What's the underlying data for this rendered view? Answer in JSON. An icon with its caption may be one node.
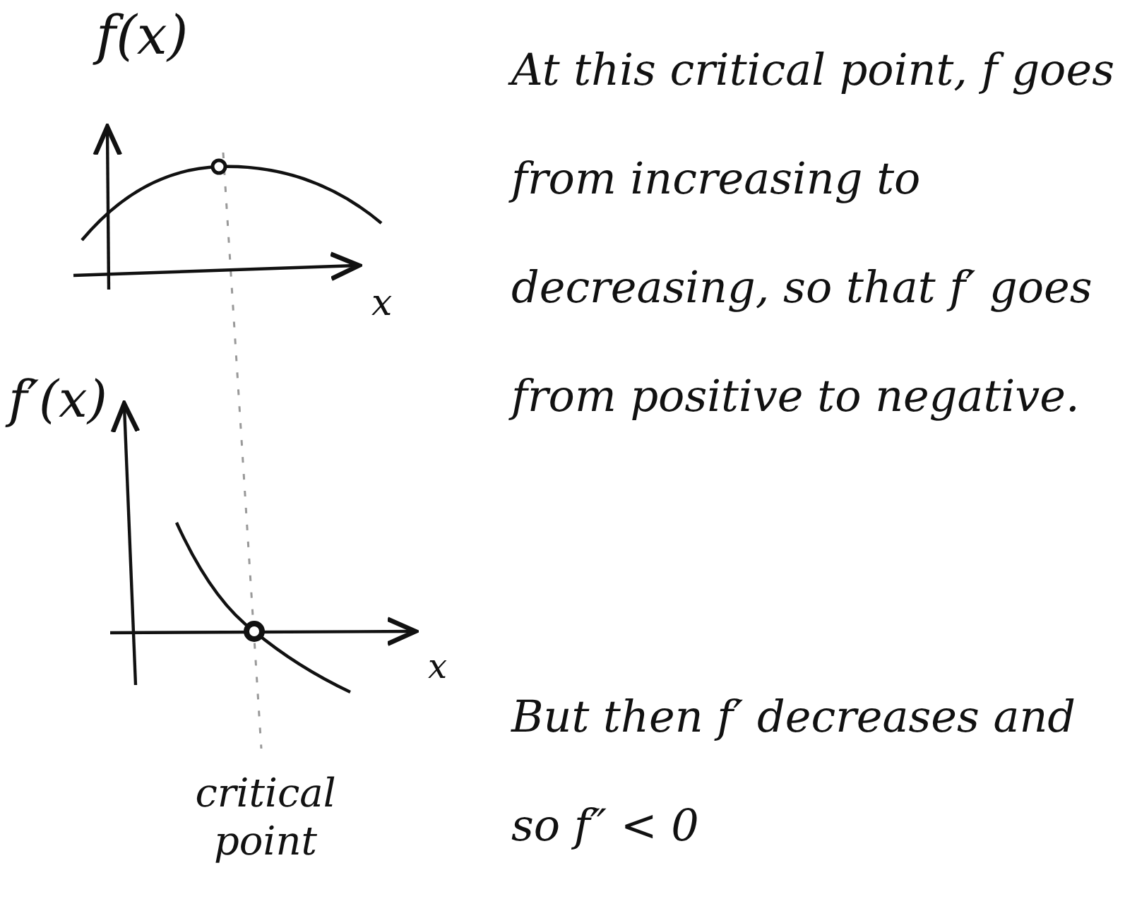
{
  "diagram": {
    "labels": [
      "f(x)",
      "x",
      "f′(x)",
      "x",
      "critical point",
      "At this critical point, f goes from increasing to decreasing, so that f′ goes from positive to negative.",
      "But then f′ decreases and so f″ < 0"
    ]
  }
}
